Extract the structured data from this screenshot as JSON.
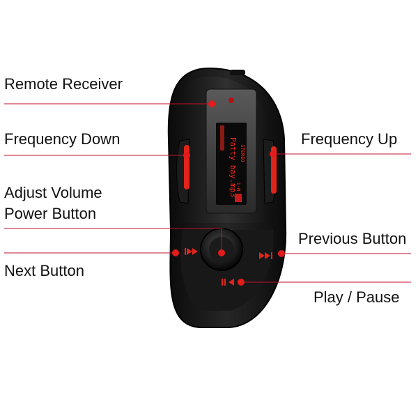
{
  "labels": {
    "remote_receiver": "Remote Receiver",
    "frequency_down": "Frequency Down",
    "frequency_up": "Frequency Up",
    "adjust_volume": "Adjust Volume",
    "power_button": "Power Button",
    "previous_button": "Previous Button",
    "next_button": "Next Button",
    "play_pause": "Play / Pause"
  },
  "display": {
    "track_name": "Patty bay.mp3",
    "station": "STEREO",
    "icon_text": "1·M"
  },
  "colors": {
    "callout_line": "#c0102a",
    "callout_dot": "#e21b1b",
    "device_body": "#141414",
    "button_red": "#e0241b",
    "screen_text": "#ff2a1a"
  }
}
